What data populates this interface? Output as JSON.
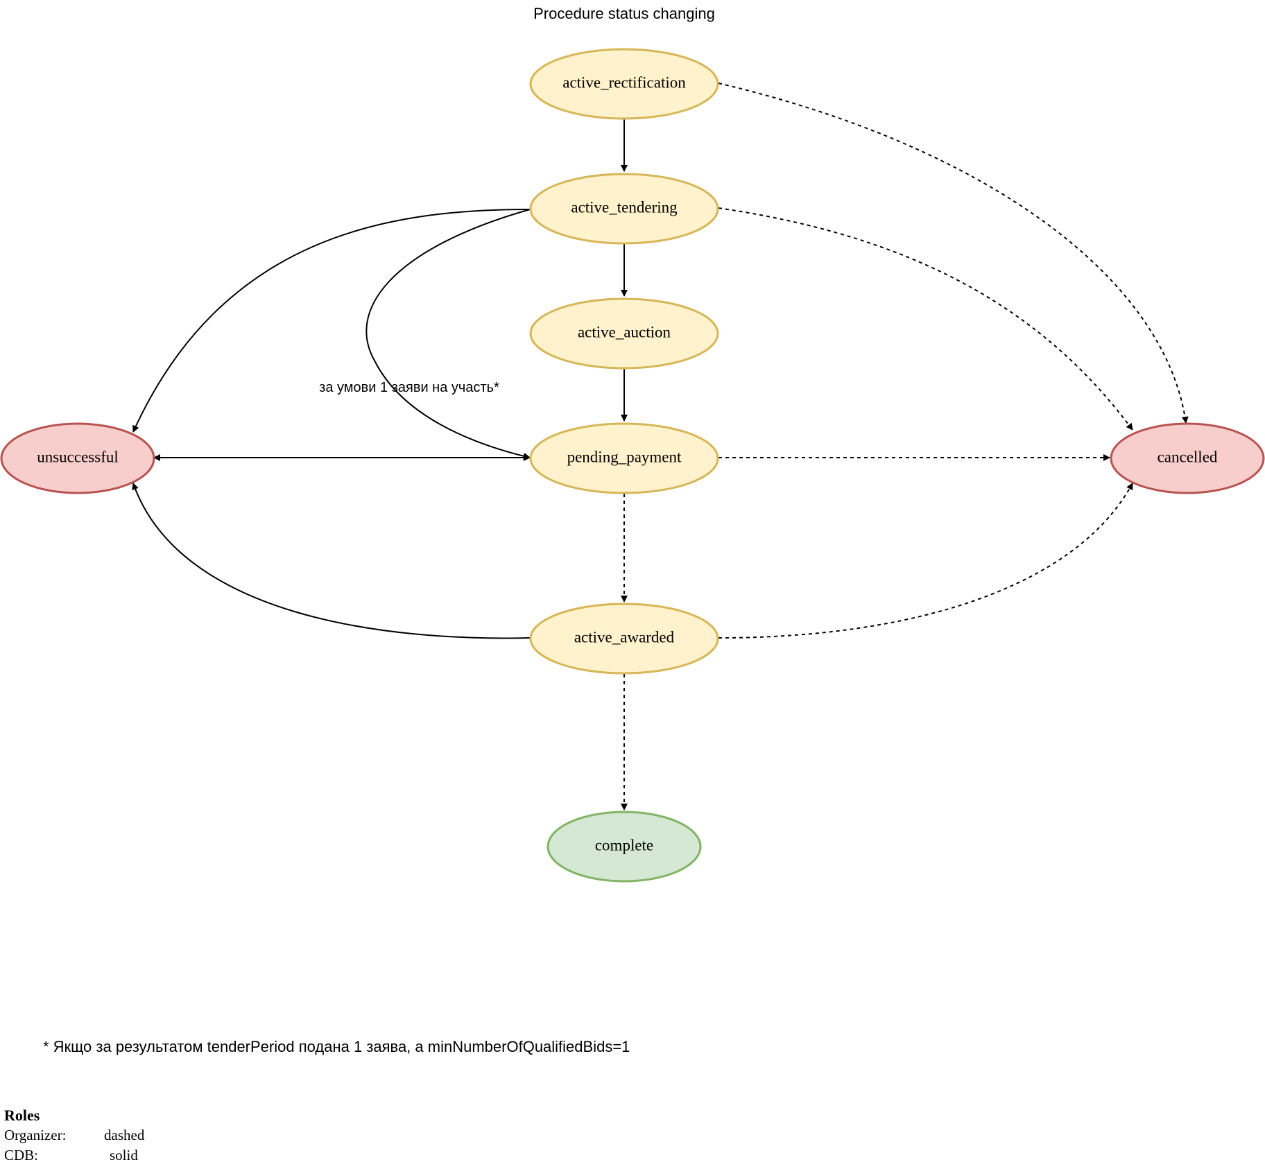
{
  "title": "Procedure status changing",
  "colors": {
    "pending_fill": "#fff2cc",
    "pending_stroke": "#d6b656",
    "failed_fill": "#f8cecc",
    "failed_stroke": "#b85450",
    "complete_fill": "#d5e8d4",
    "complete_stroke": "#82b366",
    "edge": "#000000"
  },
  "nodes": {
    "active_rectification": "active_rectification",
    "active_tendering": "active_tendering",
    "active_auction": "active_auction",
    "pending_payment": "pending_payment",
    "active_awarded": "active_awarded",
    "complete": "complete",
    "unsuccessful": "unsuccessful",
    "cancelled": "cancelled"
  },
  "edges": [
    {
      "from": "active_rectification",
      "to": "active_tendering",
      "style": "solid"
    },
    {
      "from": "active_tendering",
      "to": "active_auction",
      "style": "solid"
    },
    {
      "from": "active_auction",
      "to": "pending_payment",
      "style": "solid"
    },
    {
      "from": "active_tendering",
      "to": "pending_payment",
      "style": "solid",
      "label": "за умови 1 заяви на участь*"
    },
    {
      "from": "active_tendering",
      "to": "unsuccessful",
      "style": "solid"
    },
    {
      "from": "pending_payment",
      "to": "unsuccessful",
      "style": "solid"
    },
    {
      "from": "active_awarded",
      "to": "unsuccessful",
      "style": "solid"
    },
    {
      "from": "pending_payment",
      "to": "active_awarded",
      "style": "dashed"
    },
    {
      "from": "active_awarded",
      "to": "complete",
      "style": "dashed"
    },
    {
      "from": "active_rectification",
      "to": "cancelled",
      "style": "dashed"
    },
    {
      "from": "active_tendering",
      "to": "cancelled",
      "style": "dashed"
    },
    {
      "from": "pending_payment",
      "to": "cancelled",
      "style": "dashed"
    },
    {
      "from": "active_awarded",
      "to": "cancelled",
      "style": "dashed"
    }
  ],
  "edge_label": "за умови 1 заяви на участь*",
  "footnote": "* Якщо за результатом tenderPeriod подана 1 заява, а minNumberOfQualifiedBids=1",
  "roles": {
    "title": "Roles",
    "organizer_label": "Organizer:",
    "organizer_value": "dashed",
    "cdb_label": "CDB:",
    "cdb_value": "solid"
  }
}
